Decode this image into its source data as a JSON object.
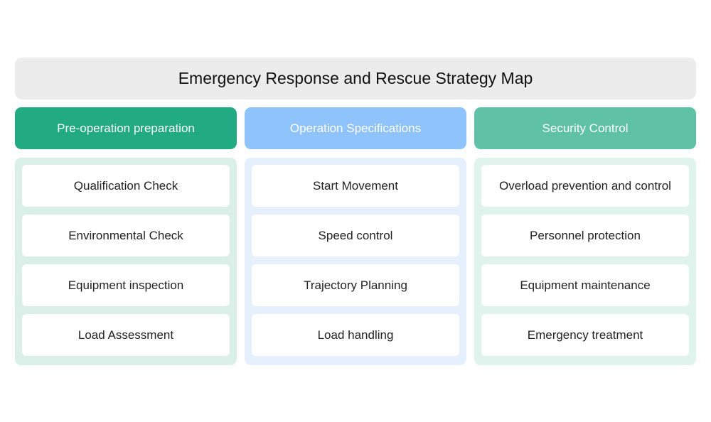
{
  "title": "Emergency Response and Rescue Strategy Map",
  "columns": [
    {
      "header": "Pre-operation preparation",
      "header_color": "#22ab82",
      "body_color": "#d9efe7",
      "items": [
        "Qualification Check",
        "Environmental Check",
        "Equipment inspection",
        "Load Assessment"
      ]
    },
    {
      "header": "Operation Specifications",
      "header_color": "#8fc3fb",
      "body_color": "#e6f0fd",
      "items": [
        "Start Movement",
        "Speed control",
        "Trajectory Planning",
        "Load handling"
      ]
    },
    {
      "header": "Security Control",
      "header_color": "#5fc2a6",
      "body_color": "#e0f3ec",
      "items": [
        "Overload prevention and control",
        "Personnel protection",
        "Equipment maintenance",
        "Emergency treatment"
      ]
    }
  ]
}
